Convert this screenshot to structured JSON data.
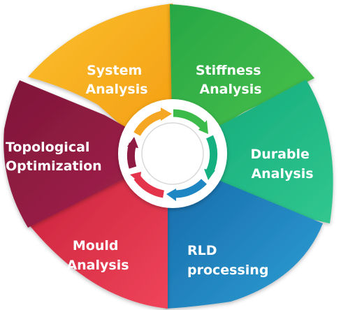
{
  "segments": [
    {
      "id": "system-analysis",
      "line1": "System",
      "line2": "Analysis",
      "color_light": "#fbc02d",
      "color_dark": "#f39c12"
    },
    {
      "id": "stiffness-analysis",
      "line1": "Stiffness",
      "line2": "Analysis",
      "color_light": "#4cc34a",
      "color_dark": "#27a745"
    },
    {
      "id": "durable-analysis",
      "line1": "Durable",
      "line2": "Analysis",
      "color_light": "#32c78f",
      "color_dark": "#0fa779"
    },
    {
      "id": "rld-processing",
      "line1": "RLD",
      "line2": "processing",
      "color_light": "#2f9fd4",
      "color_dark": "#1467a6"
    },
    {
      "id": "mould-analysis",
      "line1": "Mould",
      "line2": "Analysis",
      "color_light": "#f0455a",
      "color_dark": "#c8203a"
    },
    {
      "id": "topological-optimization",
      "line1": "Topological",
      "line2": "Optimization",
      "color_light": "#a8254f",
      "color_dark": "#7e1538"
    }
  ],
  "center": {
    "ring_color": "#ffffff",
    "inner_color": "#ffffff"
  }
}
